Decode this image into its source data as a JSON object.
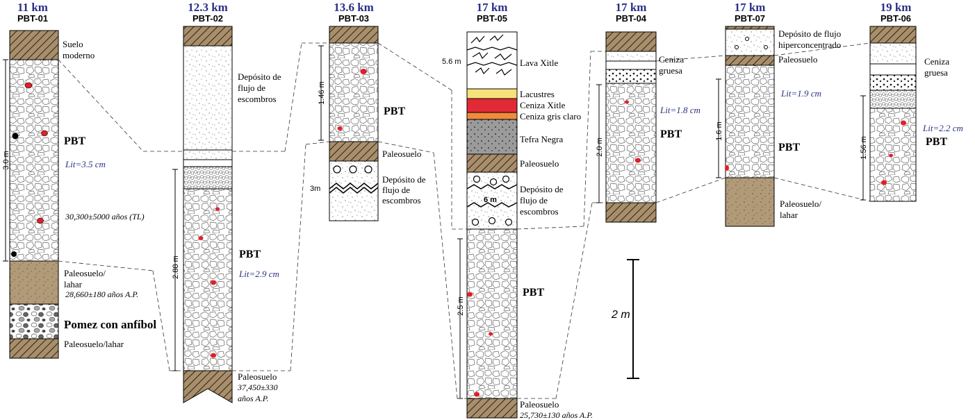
{
  "columns": [
    {
      "km": "11 km",
      "id": "PBT-01"
    },
    {
      "km": "12.3 km",
      "id": "PBT-02"
    },
    {
      "km": "13.6 km",
      "id": "PBT-03"
    },
    {
      "km": "17 km",
      "id": "PBT-05"
    },
    {
      "km": "17 km",
      "id": "PBT-04"
    },
    {
      "km": "17 km",
      "id": "PBT-07"
    },
    {
      "km": "19 km",
      "id": "PBT-06"
    }
  ],
  "labels": {
    "pbt": "PBT",
    "suelo_l1": "Suelo",
    "suelo_l2": "moderno",
    "paleosuelo": "Paleosuelo",
    "paleosuelo_lahar_l1": "Paleosuelo/",
    "paleosuelo_lahar_l2": "lahar",
    "paleosuelo_lahar": "Paleosuelo/lahar",
    "pomez": "Pomez con anfíbol",
    "dfe_l1": "Depósito de",
    "dfe_l2": "flujo de",
    "dfe_l3": "escombros",
    "lava": "Lava Xitle",
    "lacustres": "Lacustres",
    "ceniza_xitle": "Ceniza Xitle",
    "ceniza_gris": "Ceniza gris claro",
    "tefra": "Tefra Negra",
    "ceniza_gruesa_l1": "Ceniza",
    "ceniza_gruesa_l2": "gruesa",
    "hiper_l1": "Depósito de flujo",
    "hiper_l2": "hiperconcentrado"
  },
  "lithic_sizes": {
    "pbt01": "Lit=3.5 cm",
    "pbt02": "Lit=2.9 cm",
    "pbt04": "Lit=1.8 cm",
    "pbt07": "Lit=1.9 cm",
    "pbt06": "Lit=2.2 cm"
  },
  "ages": {
    "pbt01_tl": "30,300±5000 años (TL)",
    "pbt01_lahar": "28,660±180 años A.P.",
    "pbt02_l1": "37,450±330",
    "pbt02_l2": "años A.P.",
    "pbt05": "25,730±130 años A.P."
  },
  "thicknesses": {
    "pbt01": "3.0 m",
    "pbt02": "2.88 m",
    "pbt03": "1.46 m",
    "pbt03_dfe": "3m",
    "pbt05_lava": "5.6 m",
    "pbt05_dfe": "6 m",
    "pbt05": "2.5 m",
    "pbt04": "2.0 m",
    "pbt07": "1.6 m",
    "pbt06": "1.56 m"
  },
  "scale": {
    "label": "2 m"
  },
  "colors": {
    "title_blue": "#2b2f84",
    "soil_brown": "#a88e6a",
    "paleosol_tan": "#b09a78",
    "ash_red": "#e02a35",
    "ash_yellow": "#f6e27a",
    "ash_orange": "#f08a3c",
    "tephra_gray": "#9b9b9b",
    "lithic_red": "#e0202a"
  }
}
